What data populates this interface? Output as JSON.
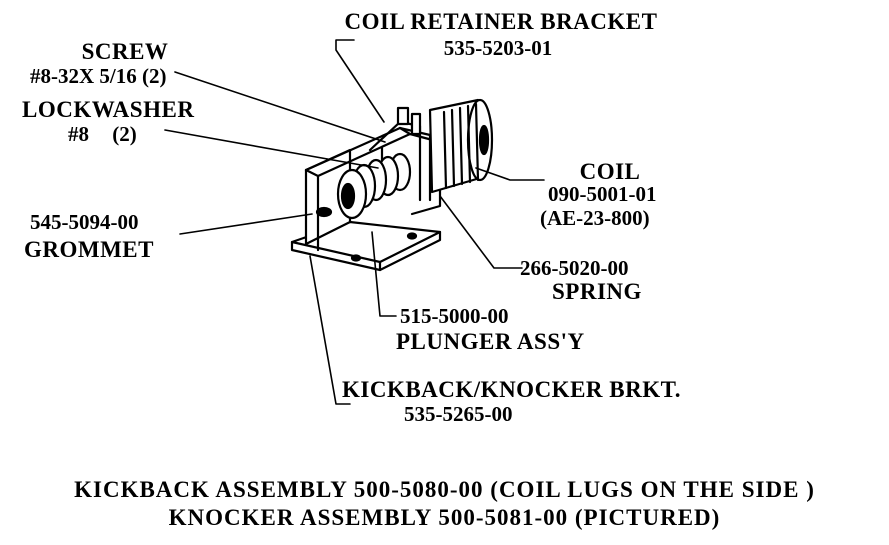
{
  "labels": {
    "coil_retainer_bracket": {
      "name": "COIL RETAINER BRACKET",
      "part": "535-5203-01"
    },
    "screw": {
      "name": "SCREW",
      "spec": "#8-32X 5/16 (2)"
    },
    "lockwasher": {
      "name": "LOCKWASHER",
      "spec": "#8 (2)"
    },
    "coil": {
      "name": "COIL",
      "part": "090-5001-01",
      "alt": "(AE-23-800)"
    },
    "grommet": {
      "part": "545-5094-00",
      "name": "GROMMET"
    },
    "spring": {
      "part": "266-5020-00",
      "name": "SPRING"
    },
    "plunger": {
      "part": "515-5000-00",
      "name": "PLUNGER ASS'Y"
    },
    "kickback_bracket": {
      "name": "KICKBACK/KNOCKER BRKT.",
      "part": "535-5265-00"
    }
  },
  "footer": {
    "line1": "KICKBACK ASSEMBLY 500-5080-00 (COIL LUGS ON THE SIDE )",
    "line2": "KNOCKER ASSEMBLY 500-5081-00 (PICTURED)"
  }
}
